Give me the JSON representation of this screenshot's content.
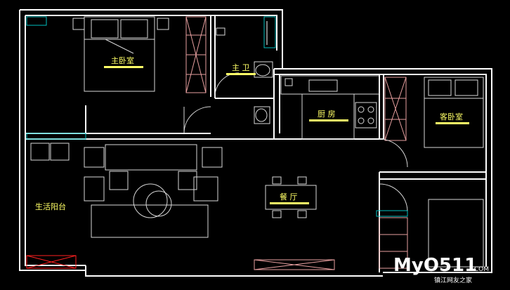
{
  "rooms": {
    "master_bedroom": "主卧室",
    "master_bath": "主 卫",
    "kitchen": "厨 房",
    "guest_bedroom": "客卧室",
    "balcony": "生活阳台",
    "dining": "餐 厅"
  },
  "watermark": {
    "logo": "MyO511",
    "dotcom": ".COM",
    "subtitle": "镇江网友之家"
  },
  "colors": {
    "wall": "#ffffff",
    "wardrobe": "#e8a0a0",
    "fixture": "#d8d8d8",
    "label_bar": "#ffff66",
    "window": "#00c0c0",
    "accent_red": "#ff2020"
  }
}
